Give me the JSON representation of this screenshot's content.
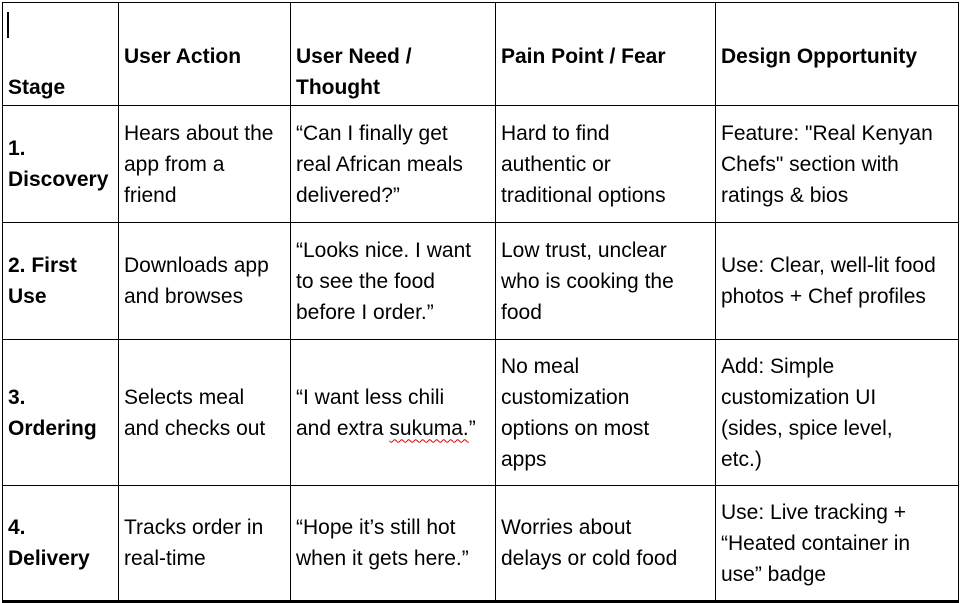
{
  "colors": {
    "text": "#000000",
    "table_border": "#000000",
    "background": "#ffffff",
    "spellcheck_underline": "#e00000"
  },
  "table": {
    "columns": [
      {
        "label": "Stage"
      },
      {
        "label": "User Action"
      },
      {
        "label": "User Need /\nThought"
      },
      {
        "label": "Pain Point / Fear"
      },
      {
        "label": "Design Opportunity"
      }
    ],
    "rows": [
      {
        "stage": "1.\nDiscovery",
        "user_action": "Hears about the\napp from a\nfriend",
        "user_need": "“Can I finally get\nreal African meals\ndelivered?”",
        "pain_point": "Hard to find\nauthentic or\ntraditional options",
        "design_opportunity": "Feature: \"Real Kenyan\nChefs\" section with\nratings & bios"
      },
      {
        "stage": "2. First\nUse",
        "user_action": "Downloads app\nand browses",
        "user_need": "“Looks nice. I want\nto see the food\nbefore I order.”",
        "pain_point": "Low trust, unclear\nwho is cooking the\nfood",
        "design_opportunity": "Use: Clear, well-lit food\nphotos + Chef profiles"
      },
      {
        "stage": "3.\nOrdering",
        "user_action": "Selects meal\nand checks out",
        "user_need_prefix": "“I want less chili\nand extra ",
        "user_need_misspelled": "sukuma.",
        "user_need_suffix": "”",
        "pain_point": "No meal\ncustomization\noptions on most\napps",
        "design_opportunity": "Add: Simple\ncustomization UI\n(sides, spice level,\netc.)"
      },
      {
        "stage": "4.\nDelivery",
        "user_action": "Tracks order in\nreal-time",
        "user_need": "“Hope it’s still hot\nwhen it gets here.”",
        "pain_point": "Worries about\ndelays or cold food",
        "design_opportunity": "Use: Live tracking +\n“Heated container in\nuse” badge"
      }
    ]
  }
}
